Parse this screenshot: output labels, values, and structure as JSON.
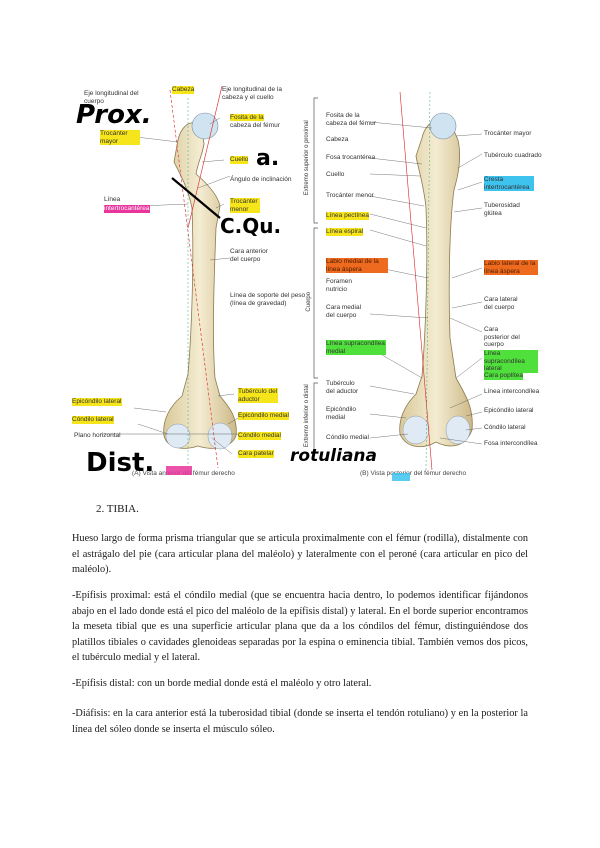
{
  "figure": {
    "left": {
      "labels": {
        "eje_long_cuerpo": "Eje longitudinal del cuerpo",
        "cabeza": "Cabeza",
        "eje_long_cabeza": "Eje longitudinal de la cabeza y el cuello",
        "fovea": "Fosita de la cabeza del fémur",
        "trocanter_mayor": "Trocánter mayor",
        "cuello": "Cuello",
        "angulo": "Ángulo de inclinación",
        "linea": "Línea",
        "intertrocanterea": "intertrocantérea",
        "trocanter_menor": "Trocánter menor",
        "cara_anterior": "Cara anterior del cuerpo",
        "linea_soporte": "Línea de soporte del peso (línea de gravedad)",
        "tuberculo_aductor": "Tubérculo del aductor",
        "epicondilo_medial": "Epicóndilo medial",
        "epicondilo_lateral": "Epicóndilo lateral",
        "condilo_lateral": "Cóndilo lateral",
        "plano_horizontal": "Plano horizontal",
        "condilo_medial": "Cóndilo medial",
        "cara_patelar": "Cara patelar",
        "caption": "(A) Vista anterior del fémur derecho"
      },
      "handwriting": {
        "prox": "Prox.",
        "a": "a.",
        "cqu": "C.Qu.",
        "dist": "Dist.",
        "rotuliana": "rotuliana"
      }
    },
    "middle": {
      "extremo_superior": "Extremo superior o proximal",
      "cuerpo": "Cuerpo",
      "extremo_inferior": "Extremo inferior o distal"
    },
    "right": {
      "labels": {
        "fosita": "Fosita de la cabeza del fémur",
        "cabeza": "Cabeza",
        "fosa_trocanterea": "Fosa trocantérea",
        "cuello": "Cuello",
        "trocanter_menor": "Trocánter menor",
        "linea_pectinea": "Línea pectínea",
        "linea_espiral": "Línea espiral",
        "labio_medial": "Labio medial de la línea áspera",
        "foramen": "Foramen nutricio",
        "cara_medial": "Cara medial del cuerpo",
        "supracondilea_medial": "Línea supracondílea medial",
        "tuberculo_aductor": "Tubérculo del aductor",
        "epicondilo_medial": "Epicóndilo medial",
        "condilo_medial": "Cóndilo medial",
        "trocanter_mayor": "Trocánter mayor",
        "tuberculo_cuadrado": "Tubérculo cuadrado",
        "cresta_intertrocanterea": "Cresta intertrocantérea",
        "tuberosidad_glutea": "Tuberosidad glútea",
        "labio_lateral": "Labio lateral de la línea áspera",
        "cara_lateral": "Cara lateral del cuerpo",
        "cara_posterior": "Cara posterior del cuerpo",
        "supracondilea_lateral": "Línea supracondílea lateral",
        "cara_poplitea": "Cara poplítea",
        "linea_intercondilea": "Línea intercondílea",
        "epicondilo_lateral": "Epicóndilo lateral",
        "condilo_lateral": "Cóndilo lateral",
        "fosa_intercondilea": "Fosa intercondílea",
        "caption": "(B) Vista posterior del fémur derecho"
      }
    }
  },
  "text": {
    "section_title": "2.    TIBIA.",
    "p1": "Hueso largo de forma prisma triangular que se articula proximalmente con el fémur (rodilla), distalmente con el astrágalo del pie (cara articular plana del maléolo) y lateralmente con el peroné (cara articular en pico del maléolo).",
    "p2": "-Epífisis proximal: está el cóndilo medial (que se encuentra hacia dentro, lo podemos identificar fijándonos abajo en el lado donde está el pico del maléolo de la epífisis distal) y lateral. En el borde superior encontramos la meseta tibial que es una superficie articular plana que da a los cóndilos del fémur, distinguiéndose dos platillos tibiales o cavidades glenoideas separadas por la espina o eminencia tibial. También vemos dos picos, el tubérculo medial y el lateral.",
    "p3": "-Epífisis distal: con un borde medial donde está el maléolo y otro lateral.",
    "p4": "-Diáfisis: en la cara anterior está la tuberosidad tibial (donde se inserta el tendón rotuliano) y en la posterior la línea del sóleo donde se inserta el músculo sóleo."
  },
  "colors": {
    "yellow": "#f6e51b",
    "magenta": "#e8359c",
    "orange": "#ee6a1e",
    "green": "#4fe03b",
    "cyan": "#3ec3ef",
    "bone": "#eadfbf"
  }
}
